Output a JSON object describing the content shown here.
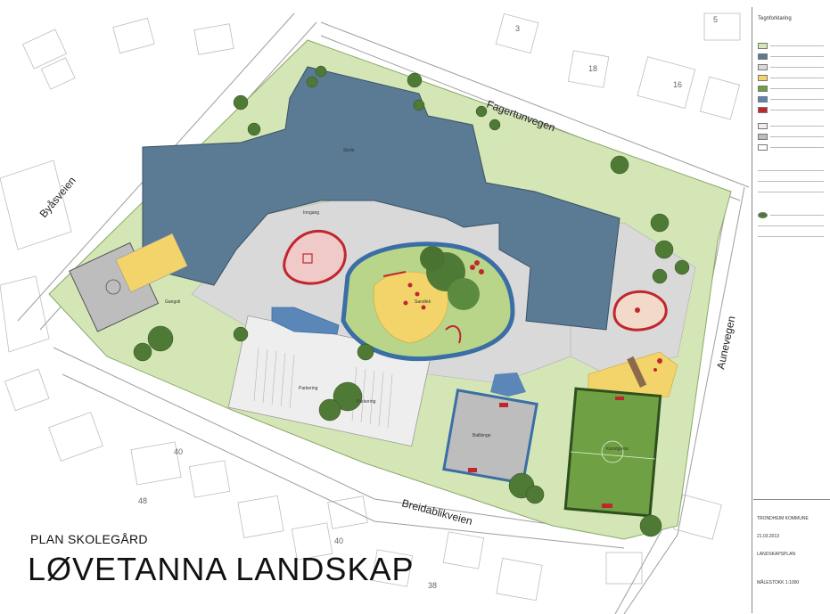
{
  "subtitle": "PLAN SKOLEGÅRD",
  "title": "LØVETANNA LANDSKAP",
  "streets": {
    "byasveien": "Byåsveien",
    "fagertunvegen": "Fagertunvegen",
    "aunevegen": "Aunevegen",
    "breidablikveien": "Breidablikveien"
  },
  "plot_numbers": {
    "p5": "5",
    "p3": "3",
    "p16": "16",
    "p18": "18",
    "p40a": "40",
    "p48": "48",
    "p40b": "40",
    "p38": "38"
  },
  "labels": {
    "skole": "Skole",
    "parkering1": "Parkering",
    "parkering2": "Parkering",
    "ballbinge": "Ballbinge",
    "kunstgress": "Kunstgress",
    "sandlek": "Sandlek",
    "gangsti": "Gangsti",
    "inngang": "Inngang"
  },
  "legend": {
    "heading": "Tegnforklaring"
  },
  "title_block": {
    "client": "TRONDHEIM KOMMUNE",
    "date": "21.03.2013",
    "drawing": "LANDSKAPSPLAN",
    "scale": "MÅLESTOKK 1:1000"
  },
  "colors": {
    "grass": "#d4e6b5",
    "building": "#5b7a94",
    "pavement": "#d9d9d9",
    "sand": "#f2d46b",
    "red": "#c0272d",
    "field": "#6fa043",
    "water": "#5a86b8"
  }
}
